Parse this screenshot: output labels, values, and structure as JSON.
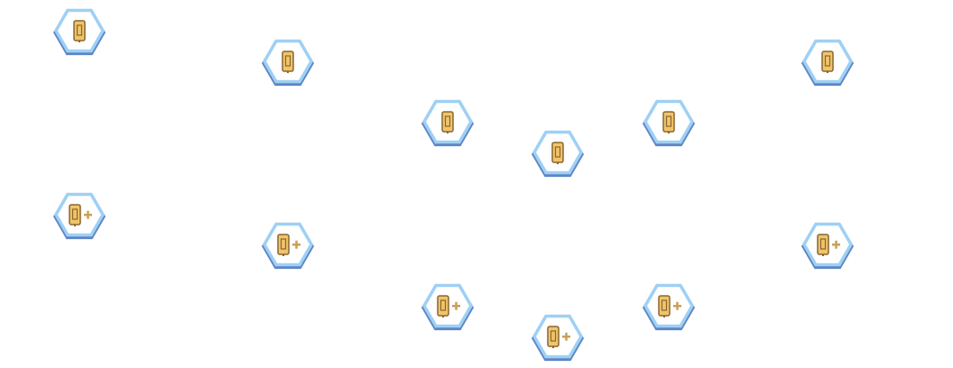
{
  "theme": {
    "hex_border_outer": "#5d86c4",
    "hex_border_inner": "#9fd0f5",
    "hex_fill": "#ffffff",
    "icon_fill": "#f0c46a",
    "icon_outline": "#8a6630",
    "plus_color": "#c9a055"
  },
  "nodes": [
    {
      "id": "n1",
      "icon": "scroll-icon",
      "plus": false
    },
    {
      "id": "n2",
      "icon": "scroll-icon",
      "plus": false
    },
    {
      "id": "n3",
      "icon": "scroll-icon",
      "plus": false
    },
    {
      "id": "n4",
      "icon": "scroll-icon",
      "plus": false
    },
    {
      "id": "n5",
      "icon": "scroll-icon",
      "plus": false
    },
    {
      "id": "n6",
      "icon": "scroll-icon",
      "plus": false
    },
    {
      "id": "n7",
      "icon": "scroll-plus-icon",
      "plus": true
    },
    {
      "id": "n8",
      "icon": "scroll-plus-icon",
      "plus": true
    },
    {
      "id": "n9",
      "icon": "scroll-plus-icon",
      "plus": true
    },
    {
      "id": "n10",
      "icon": "scroll-plus-icon",
      "plus": true
    },
    {
      "id": "n11",
      "icon": "scroll-plus-icon",
      "plus": true
    },
    {
      "id": "n12",
      "icon": "scroll-plus-icon",
      "plus": true
    }
  ]
}
